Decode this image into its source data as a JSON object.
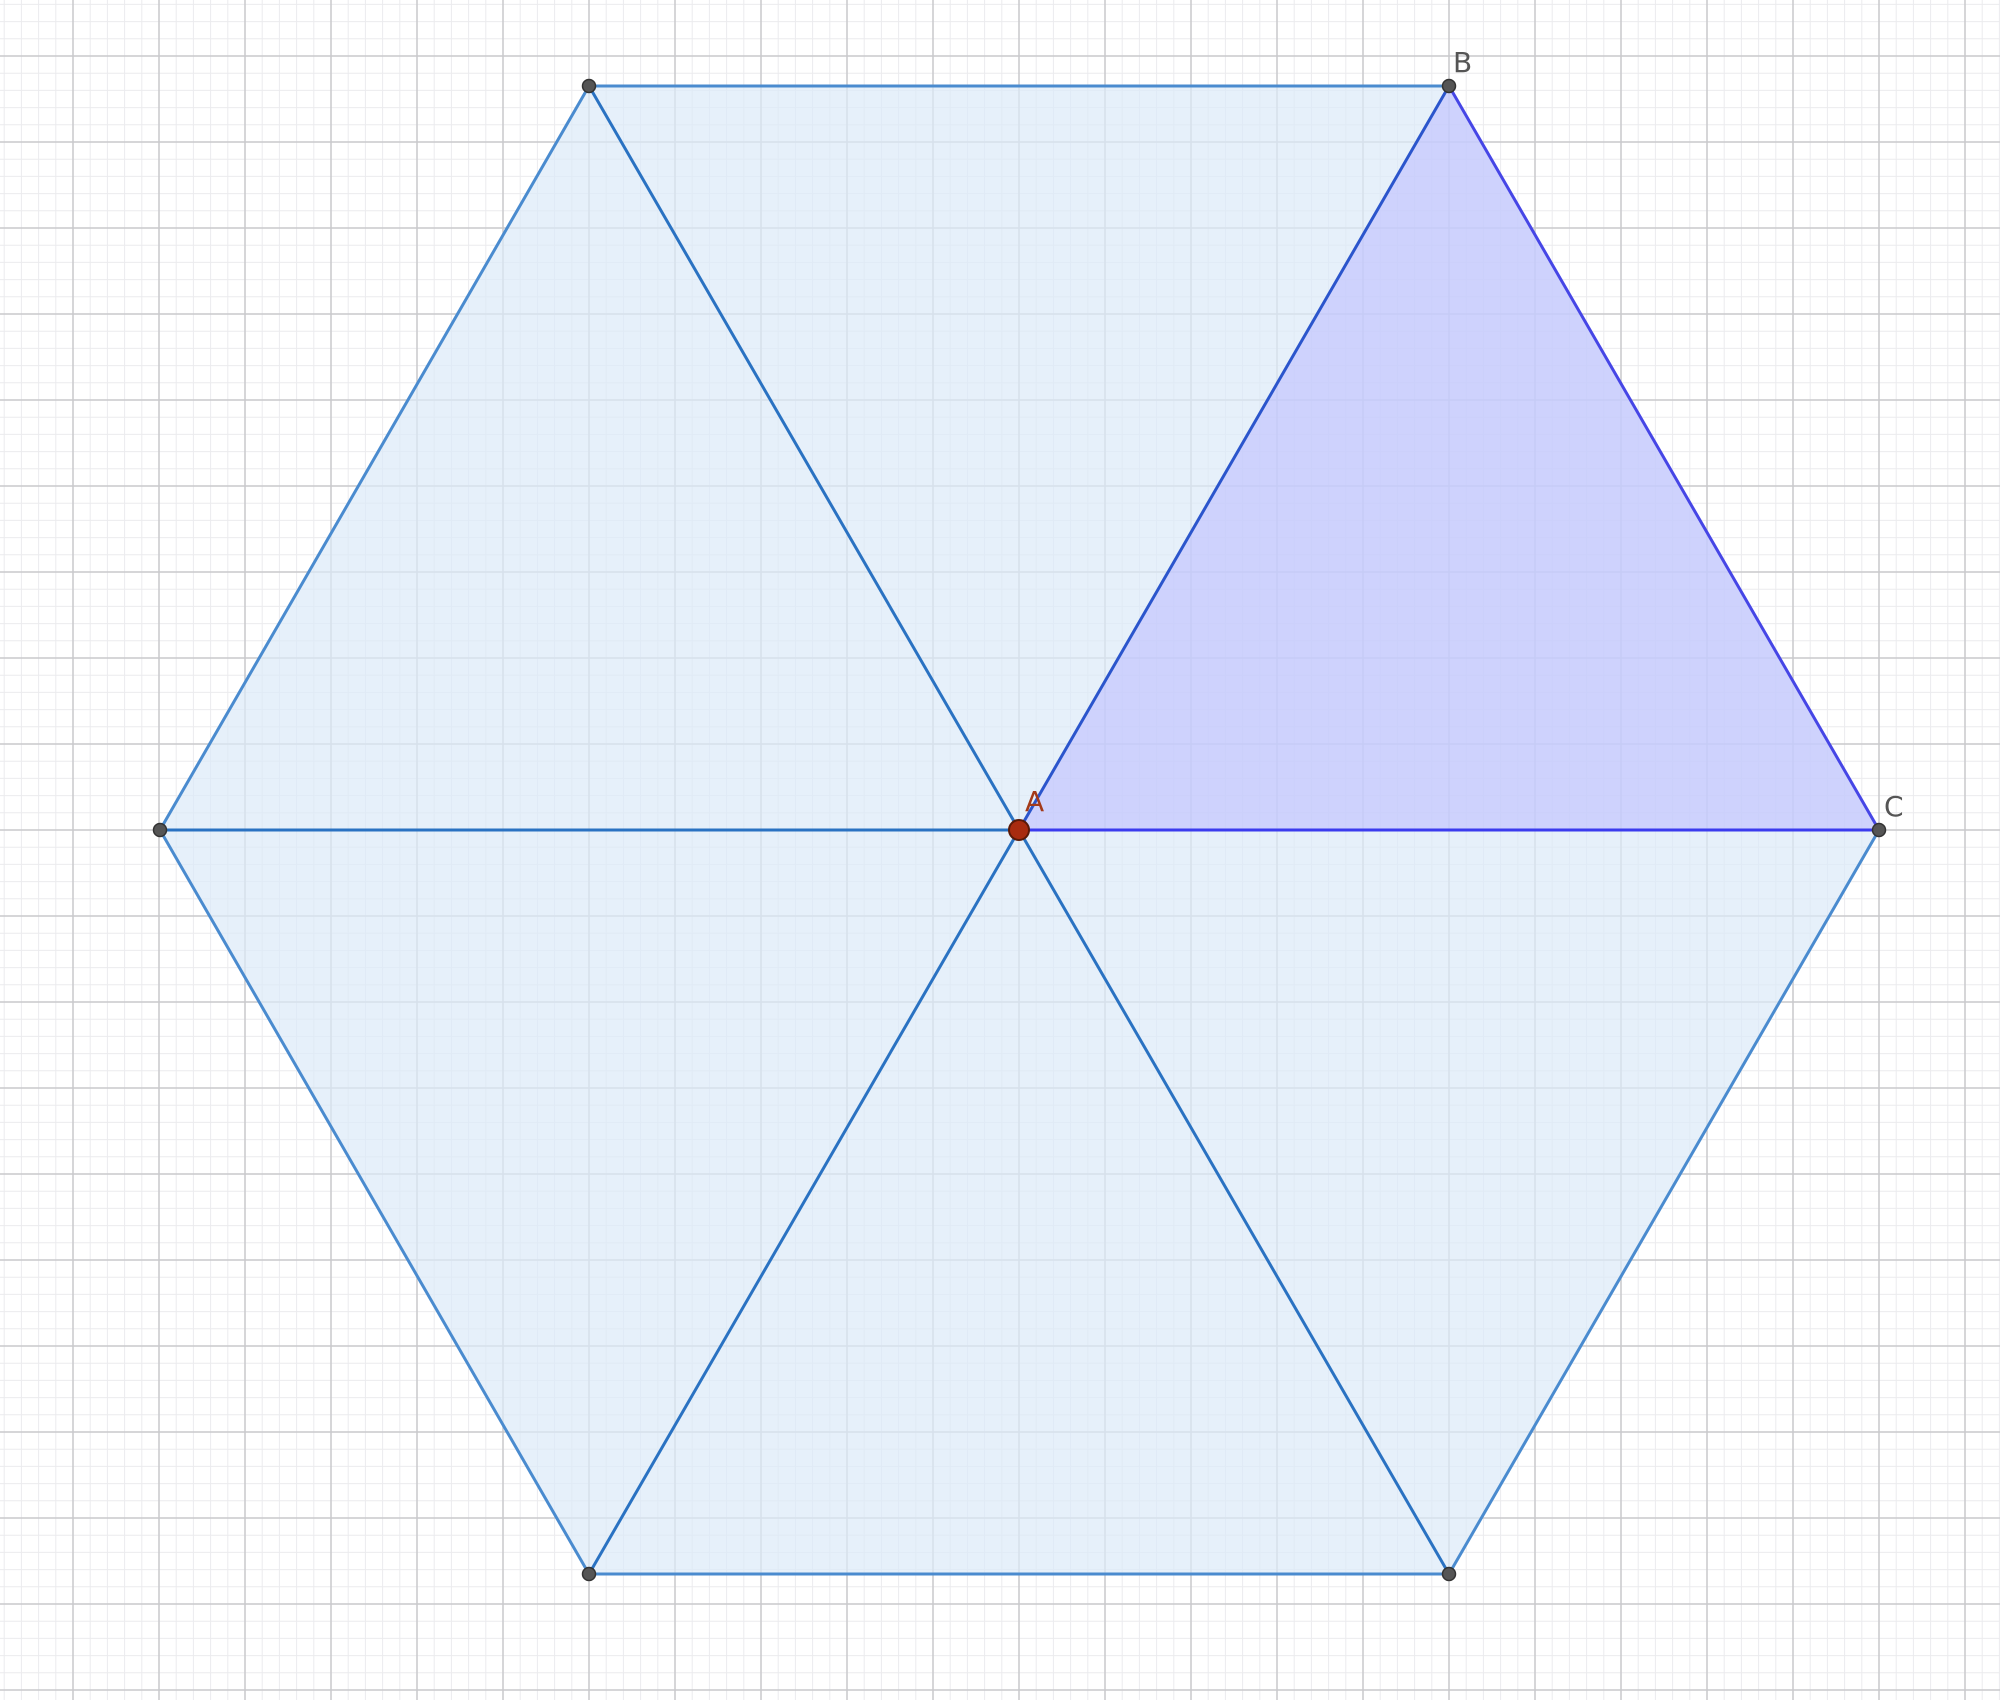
{
  "colors": {
    "background": "#ffffff",
    "grid_major": "#c9c9cc",
    "grid_minor": "#ebebee",
    "hexagon_fill": "#dce9f8",
    "hexagon_stroke": "#2f7bc6",
    "triangle_fill": "#b9b9ff",
    "triangle_stroke": "#3b3bee",
    "vertex_point": "#555555",
    "center_point": "#a82b0f"
  },
  "labels": {
    "A": "A",
    "B": "B",
    "C": "C"
  }
}
